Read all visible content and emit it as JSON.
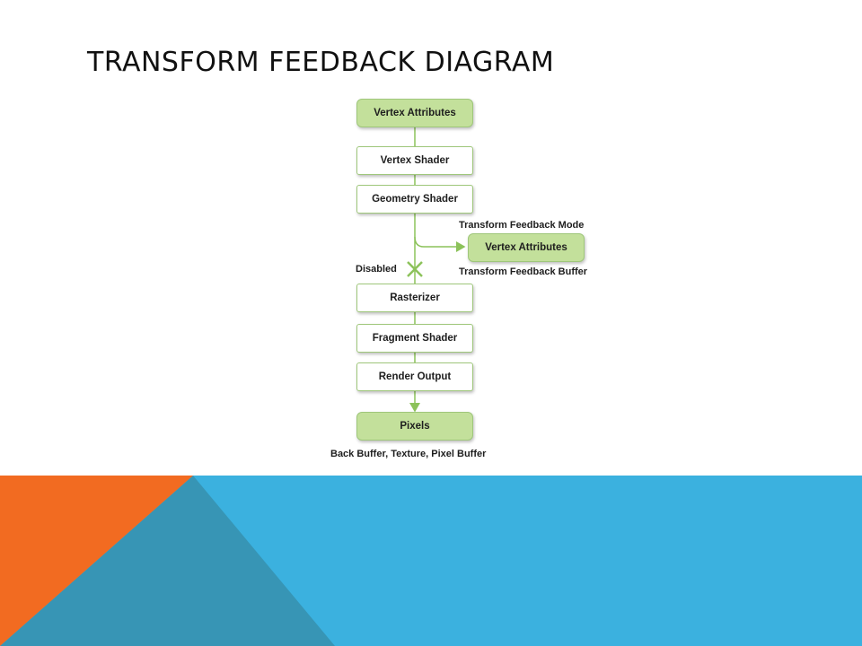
{
  "slide": {
    "title": "TRANSFORM FEEDBACK DIAGRAM"
  },
  "diagram": {
    "nodes": {
      "vertex_attributes": "Vertex Attributes",
      "vertex_shader": "Vertex Shader",
      "geometry_shader": "Geometry Shader",
      "tf_vertex_attributes": "Vertex Attributes",
      "rasterizer": "Rasterizer",
      "fragment_shader": "Fragment Shader",
      "render_output": "Render Output",
      "pixels": "Pixels"
    },
    "notes": {
      "tf_mode": "Transform Feedback Mode",
      "tf_buffer": "Transform Feedback Buffer",
      "disabled": "Disabled",
      "pixels_targets": "Back Buffer, Texture, Pixel Buffer"
    }
  },
  "colors": {
    "node_green_fill": "#c3e09b",
    "node_border": "#9fc77b",
    "connector": "#8cc25a",
    "disabled_x": "#8cc25a",
    "footer_blue": "#3bb1df",
    "footer_orange": "#f26b21",
    "footer_teal": "#3795b5"
  }
}
